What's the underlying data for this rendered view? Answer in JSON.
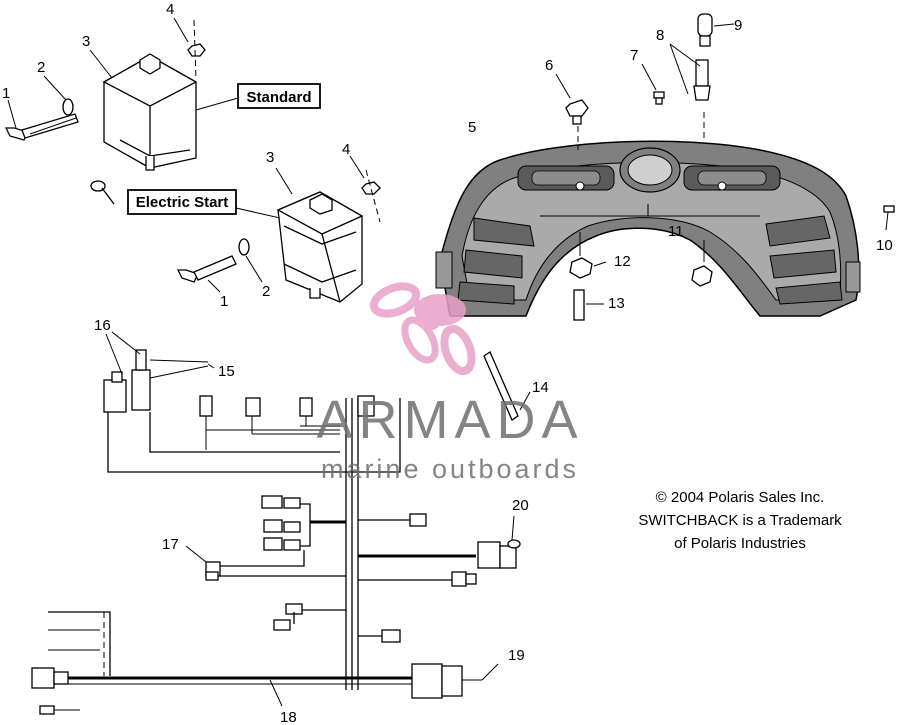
{
  "callouts": {
    "standard": "Standard",
    "electric_start": "Electric Start"
  },
  "part_numbers": {
    "n1a": "1",
    "n2a": "2",
    "n3a": "3",
    "n4a": "4",
    "n3b": "3",
    "n4b": "4",
    "n1b": "1",
    "n2b": "2",
    "n5": "5",
    "n6": "6",
    "n7": "7",
    "n8": "8",
    "n9": "9",
    "n10": "10",
    "n11": "11",
    "n12": "12",
    "n13": "13",
    "n14": "14",
    "n15": "15",
    "n16": "16",
    "n17": "17",
    "n18": "18",
    "n19": "19",
    "n20": "20"
  },
  "watermark": {
    "word": "ARMADA",
    "subtitle": "marine outboards",
    "colors": {
      "pink": "#e8a0c8",
      "gray": "#6f6f6f"
    }
  },
  "copyright": {
    "line1": "© 2004 Polaris Sales Inc.",
    "line2": "SWITCHBACK is a Trademark",
    "line3": "of Polaris Industries"
  }
}
